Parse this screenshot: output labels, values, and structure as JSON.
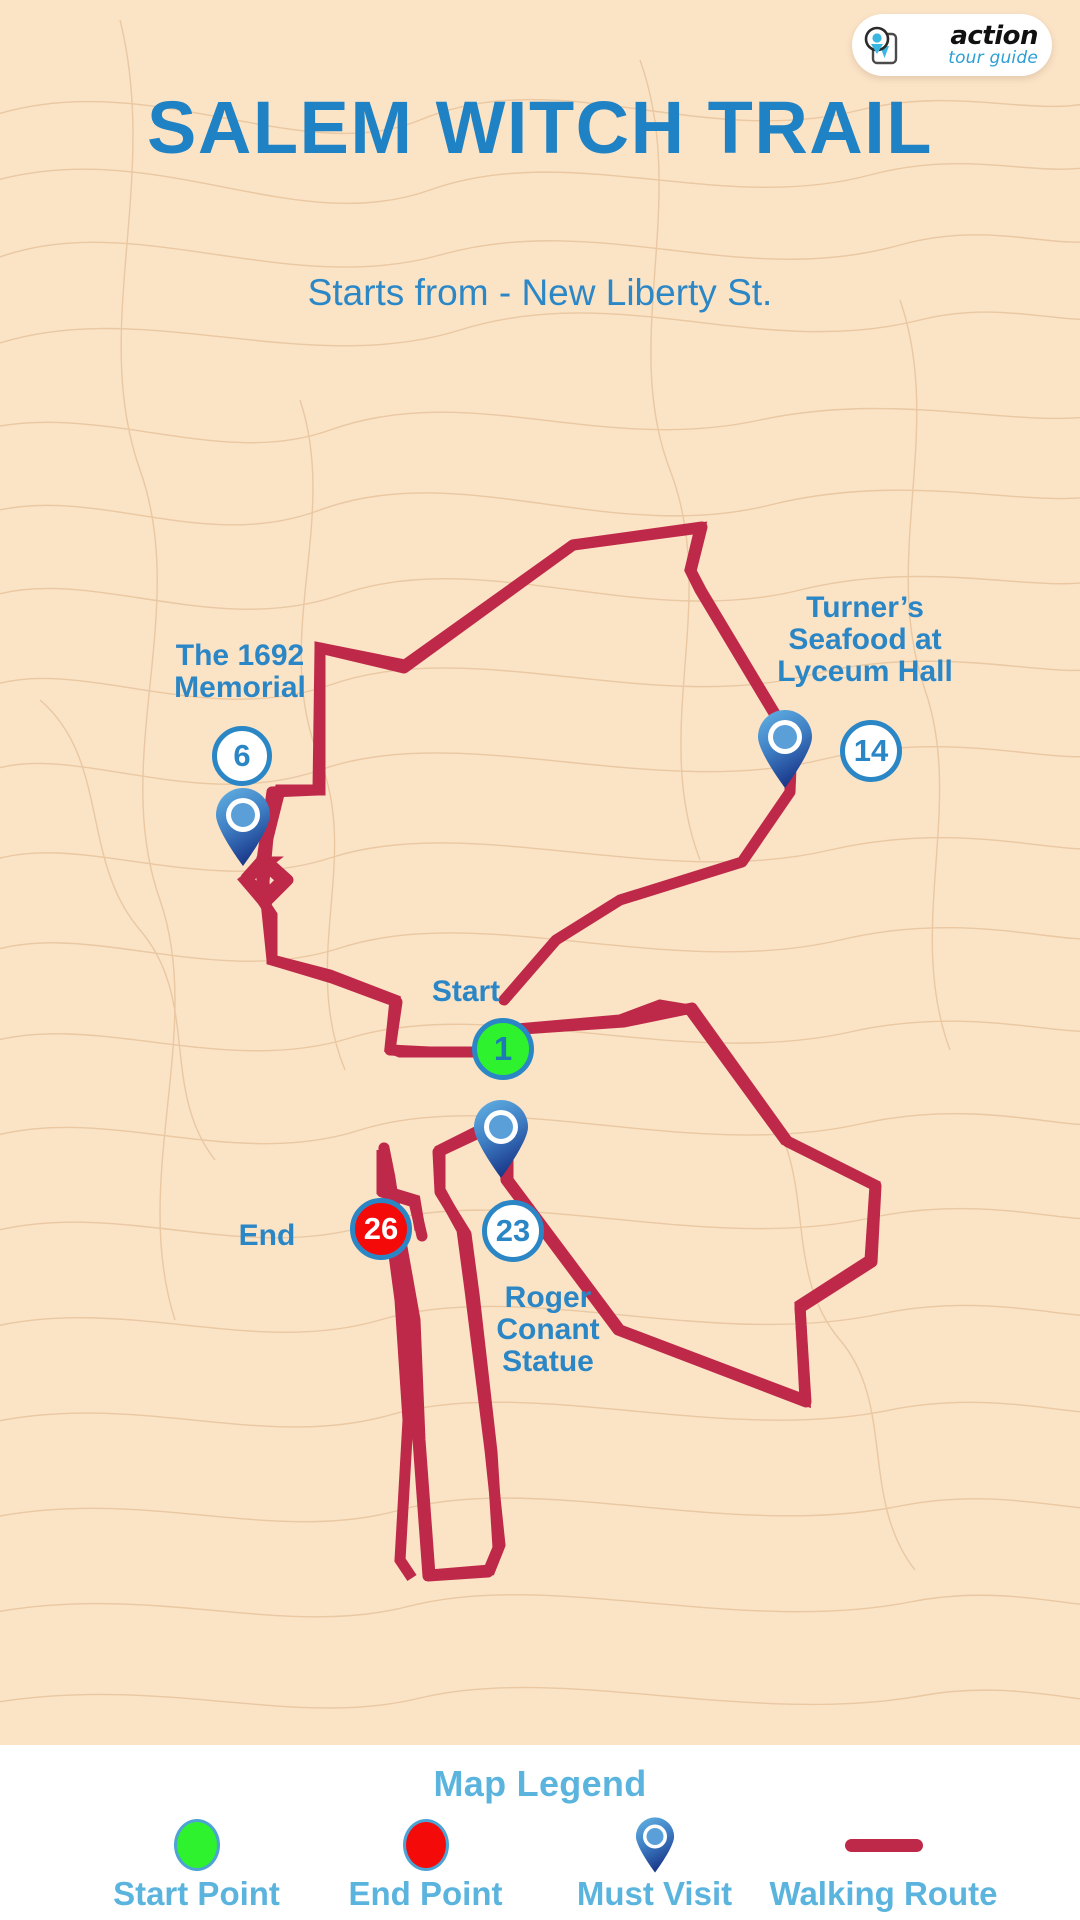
{
  "brand": {
    "logo_primary": "action",
    "logo_secondary": "tour guide",
    "logo_icon": "map-pin-phone-icon"
  },
  "header": {
    "title": "SALEM WITCH TRAIL",
    "subtitle": "Starts from - New Liberty St."
  },
  "colors": {
    "background": "#fbe3c6",
    "title_blue": "#1e82c4",
    "label_blue": "#2b86c6",
    "legend_blue": "#5bb4de",
    "route_red": "#bf2949",
    "start_green": "#2ef22e",
    "end_red": "#f50a0a",
    "pin_light": "#4e9fd8",
    "pin_dark": "#1e3f8f",
    "panel_white": "#ffffff"
  },
  "map": {
    "pois": [
      {
        "name": "the-1692-memorial",
        "label": "The 1692\nMemorial",
        "badge": "6",
        "badge_style": "white",
        "marker": "must-visit-pin"
      },
      {
        "name": "turners-seafood",
        "label": "Turner’s\nSeafood at\nLyceum Hall",
        "badge": "14",
        "badge_style": "white",
        "marker": "must-visit-pin"
      },
      {
        "name": "start-point",
        "label": "Start",
        "badge": "1",
        "badge_style": "green",
        "marker": "start-circle"
      },
      {
        "name": "roger-conant-statue",
        "label": "Roger\nConant\nStatue",
        "badge": "23",
        "badge_style": "white",
        "marker": "must-visit-pin"
      },
      {
        "name": "end-point",
        "label": "End",
        "badge": "26",
        "badge_style": "red",
        "marker": "end-circle"
      }
    ]
  },
  "legend": {
    "title": "Map Legend",
    "items": [
      {
        "name": "start-point",
        "label": "Start Point",
        "glyph": "green-circle-icon"
      },
      {
        "name": "end-point",
        "label": "End Point",
        "glyph": "red-circle-icon"
      },
      {
        "name": "must-visit",
        "label": "Must Visit",
        "glyph": "map-pin-icon"
      },
      {
        "name": "walking-route",
        "label": "Walking Route",
        "glyph": "red-line-icon"
      }
    ]
  }
}
